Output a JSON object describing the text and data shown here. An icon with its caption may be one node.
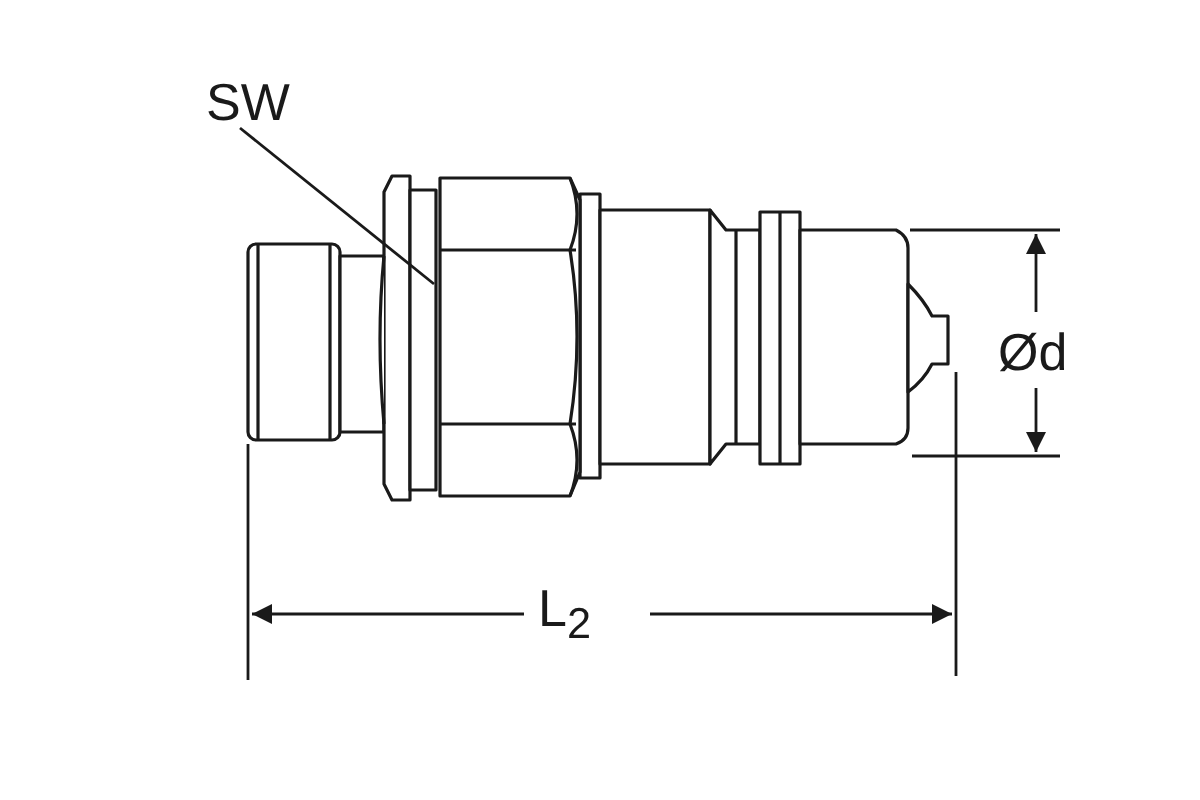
{
  "diagram": {
    "nodes": [
      {
        "text": [
          "SW"
        ]
      },
      {
        "text": [],
        "shape": "picture"
      }
    ],
    "edges": [
      {
        "from": 0,
        "to": 1,
        "arrow": "none"
      }
    ],
    "labels": [
      "Ød",
      "L$_{2}$"
    ]
  }
}
